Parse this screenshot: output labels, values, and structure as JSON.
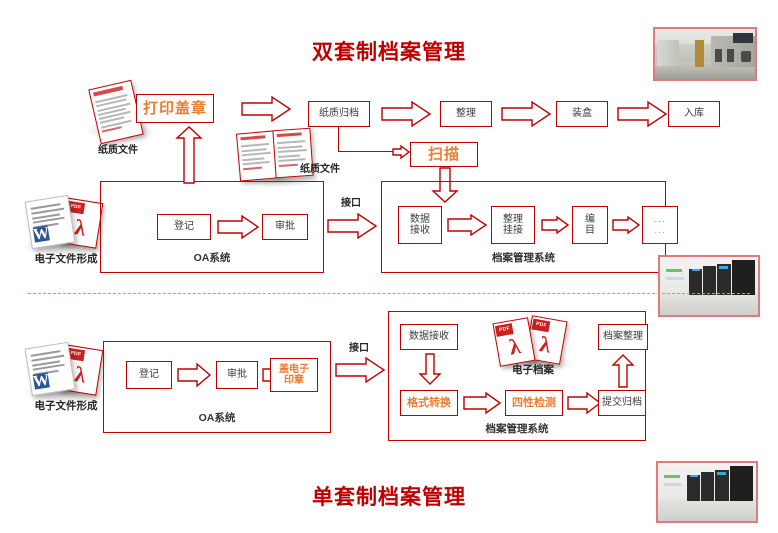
{
  "titles": {
    "top": "双套制档案管理",
    "bottom": "单套制档案管理"
  },
  "colors": {
    "primary_red": "#c00000",
    "accent_orange": "#ed7d31",
    "divider": "#e8868a",
    "text": "#262626"
  },
  "top_section": {
    "paper_doc_label": "纸质文件",
    "print_seal": "打印盖章",
    "paper_docs_label": "纸质文件",
    "scan": "扫描",
    "archive_steps": [
      "纸质归档",
      "整理",
      "装盒",
      "入库"
    ],
    "electronic_file_label": "电子文件形成",
    "oa_system": {
      "label": "OA系统",
      "steps": [
        "登记",
        "审批"
      ]
    },
    "interface_label": "接口",
    "archive_system": {
      "label": "档案管理系统",
      "steps": [
        {
          "line1": "数据",
          "line2": "接收"
        },
        {
          "line1": "整理",
          "line2": "挂接"
        },
        {
          "line1": "编",
          "line2": "目"
        },
        {
          "line1": "...",
          "line2": "..."
        }
      ]
    },
    "photo_room_alt": "档案库房照片",
    "photo_server_alt": "机房服务器照片"
  },
  "bottom_section": {
    "electronic_file_label": "电子文件形成",
    "oa_system": {
      "label": "OA系统",
      "steps": [
        "登记",
        "审批"
      ],
      "seal_step": {
        "line1": "盖电子",
        "line2": "印章"
      }
    },
    "interface_label": "接口",
    "archive_system": {
      "label": "档案管理系统",
      "data_receive": "数据接收",
      "format_convert": "格式转换",
      "four_check": "四性检测",
      "submit_archive": "提交归档",
      "archive_arrange": "档案整理",
      "digital_archive_label": "电子档案"
    },
    "photo_server_alt": "机房服务器照片"
  }
}
